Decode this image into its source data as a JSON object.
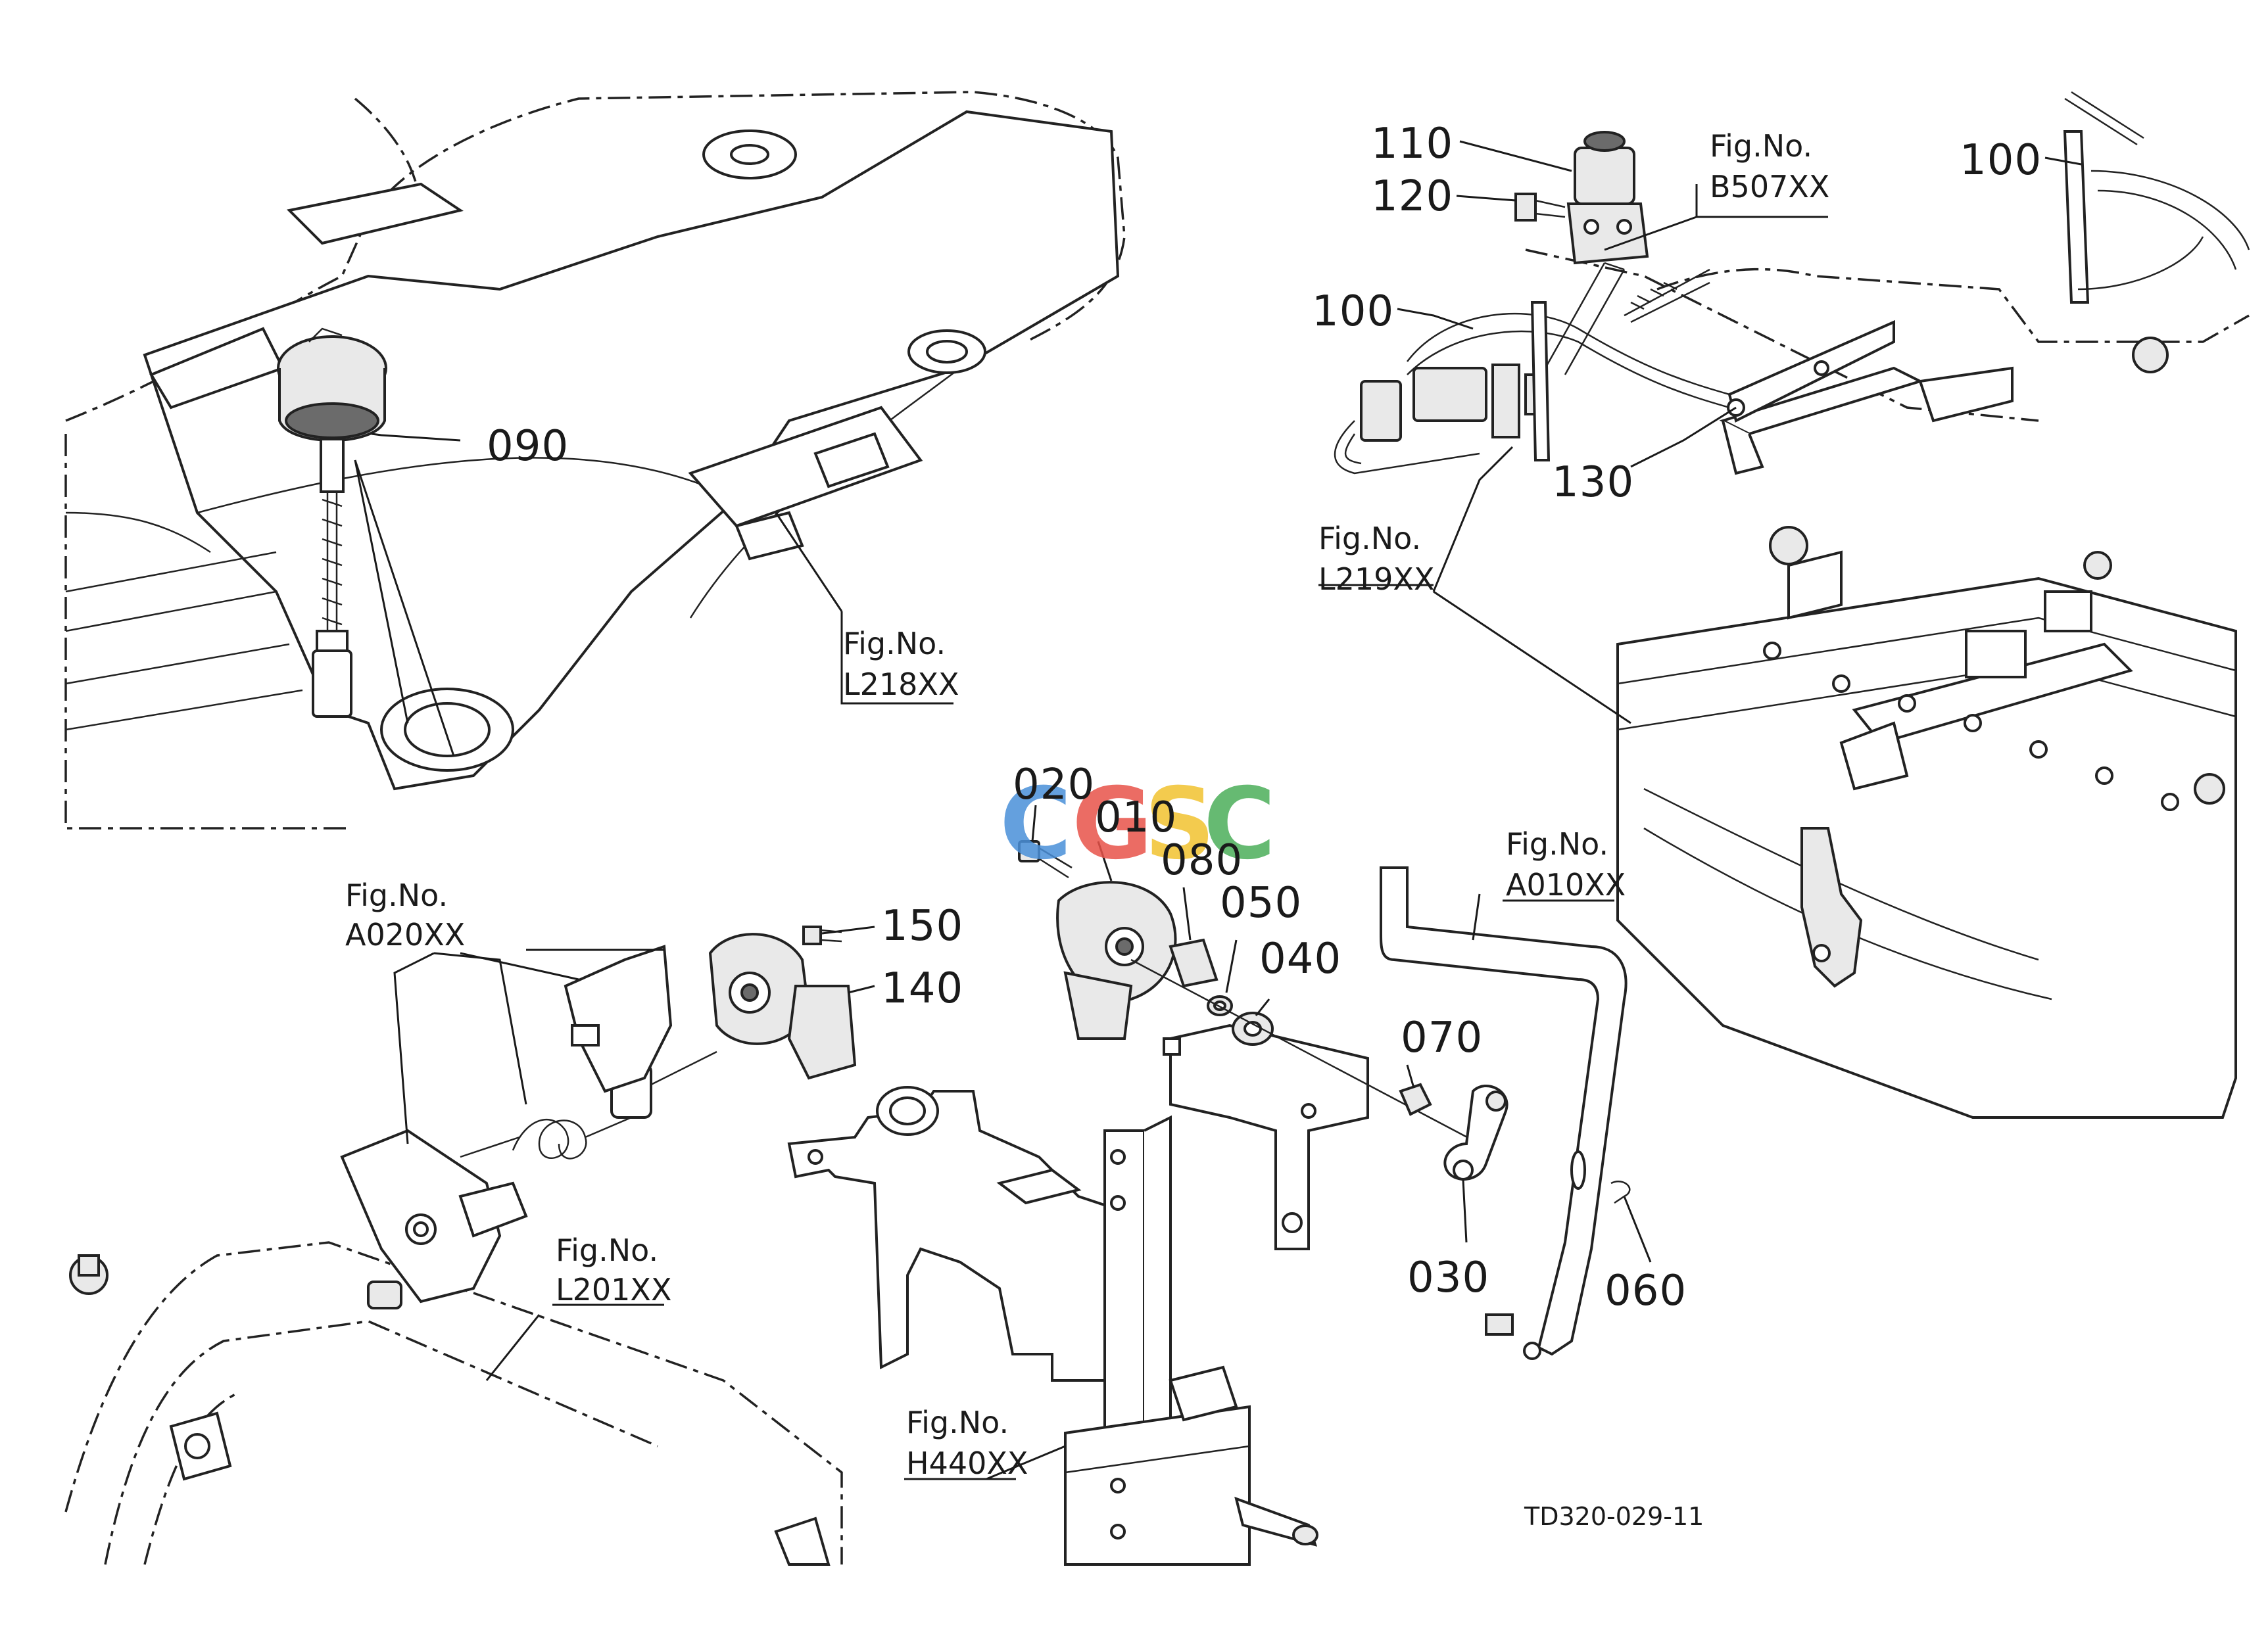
{
  "drawing_code": "TD320-029-11",
  "watermark": {
    "text": "CGSC",
    "colors": [
      "#4a90d9",
      "#e8534a",
      "#f2c230",
      "#4cae5a"
    ]
  },
  "part_numbers": {
    "p010": "010",
    "p020": "020",
    "p030": "030",
    "p040": "040",
    "p050": "050",
    "p060": "060",
    "p070": "070",
    "p080": "080",
    "p090": "090",
    "p100a": "100",
    "p100b": "100",
    "p110": "110",
    "p120": "120",
    "p130": "130",
    "p140": "140",
    "p150": "150"
  },
  "figure_refs": {
    "prefix": "Fig.No.",
    "L218": "L218XX",
    "B507": "B507XX",
    "L219": "L219XX",
    "A020": "A020XX",
    "A010": "A010XX",
    "L201": "L201XX",
    "H440": "H440XX"
  }
}
